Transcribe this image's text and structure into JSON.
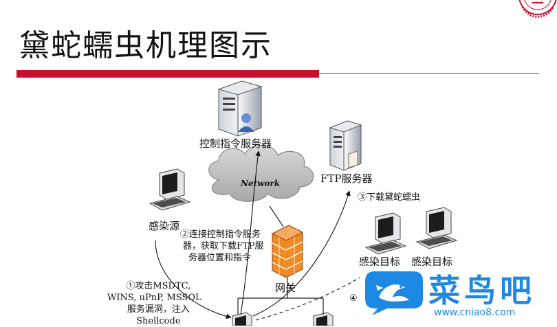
{
  "slide": {
    "title": "黛蛇蠕虫机理图示"
  },
  "diagram": {
    "nodes": {
      "control_server": "控制指令服务器",
      "ftp_server": "FTP服务器",
      "network": "Network",
      "infection_source": "感染源",
      "gateway": "网关",
      "infected_target_1": "感染目标",
      "infected_target_2": "感染目标"
    },
    "edges": {
      "step1": [
        "①攻击MSDTC,",
        "WINS, uPnP, MSSQL",
        "服务漏洞，注入",
        "Shellcode"
      ],
      "step2": [
        "②连接控制指令服务",
        "器，获取下载FTP服",
        "务器位置和指令"
      ],
      "step3": "③下载黛蛇蠕虫",
      "step_partial": "④"
    }
  },
  "watermark": {
    "brand": "菜鸟吧",
    "url": "www.cniao8.com"
  },
  "colors": {
    "accent_red": "#c8102e",
    "logo_blue": "#1e88e5",
    "cloud_gray": "#bdbdbd",
    "firewall_orange": "#f08a24"
  }
}
